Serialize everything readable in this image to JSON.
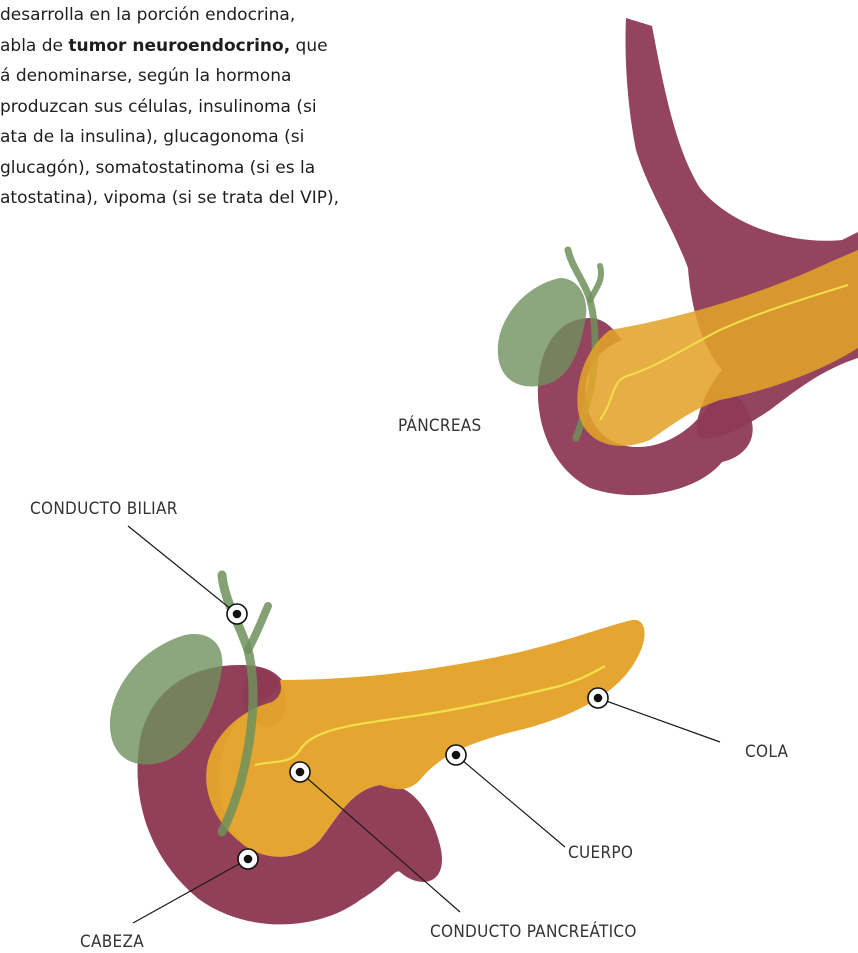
{
  "paragraph": {
    "lines": [
      [
        {
          "t": "desarrolla en la porción endocrina,",
          "b": false
        }
      ],
      [
        {
          "t": "abla de ",
          "b": false
        },
        {
          "t": "tumor neuroendocrino,",
          "b": true
        },
        {
          "t": " que",
          "b": false
        }
      ],
      [
        {
          "t": "á denominarse, según la hormona",
          "b": false
        }
      ],
      [
        {
          "t": "produzcan sus células, insulinoma (si",
          "b": false
        }
      ],
      [
        {
          "t": "ata de la insulina), glucagonoma (si",
          "b": false
        }
      ],
      [
        {
          "t": "glucagón), somatostatinoma (si es la",
          "b": false
        }
      ],
      [
        {
          "t": "atostatina), vipoma (si se trata del VIP),",
          "b": false
        }
      ]
    ]
  },
  "labels": {
    "pancreas": "PÁNCREAS",
    "conducto_biliar": "CONDUCTO BILIAR",
    "cola": "COLA",
    "cuerpo": "CUERPO",
    "cabeza": "CABEZA",
    "conducto_pancreatico": "CONDUCTO PANCREÁTICO"
  },
  "colors": {
    "stomach": "#8e3a55",
    "duodenum": "#8e3a55",
    "pancreas": "#e3a32a",
    "gallbladder": "#6f915c",
    "duct": "#f2df4a"
  }
}
